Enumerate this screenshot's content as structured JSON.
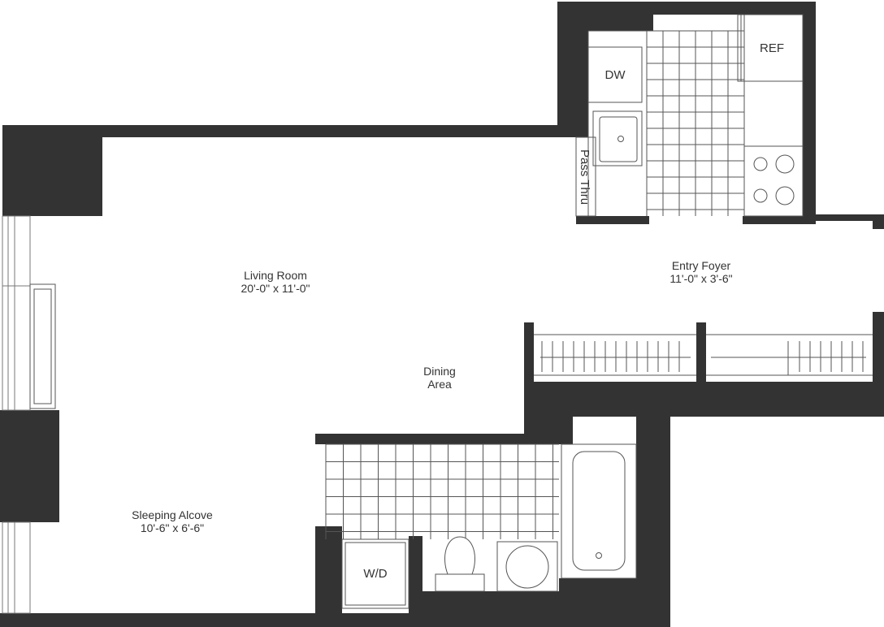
{
  "rooms": {
    "living_room": {
      "name": "Living Room",
      "dims": "20'-0\" x 11'-0\""
    },
    "entry_foyer": {
      "name": "Entry Foyer",
      "dims": "11'-0\" x 3'-6\""
    },
    "dining_area": {
      "line1": "Dining",
      "line2": "Area"
    },
    "sleeping_alcove": {
      "name": "Sleeping Alcove",
      "dims": "10'-6\" x 6'-6\""
    }
  },
  "fixtures": {
    "refrigerator": "REF",
    "dishwasher": "DW",
    "pass_thru": "Pass Thru",
    "washer_dryer": "W/D"
  },
  "colors": {
    "wall": "#333333",
    "line": "#555555",
    "background": "#ffffff"
  }
}
